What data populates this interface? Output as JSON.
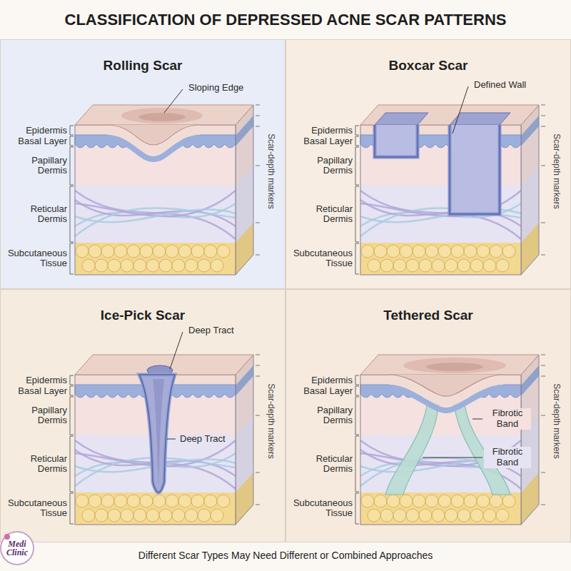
{
  "diagram": {
    "title": "CLASSIFICATION OF DEPRESSED ACNE SCAR PATTERNS",
    "caption": "Different Scar Types May Need Different or Combined Approaches",
    "nodes": [
      {
        "text": [
          "Rolling Scar"
        ]
      },
      {
        "text": [
          "Boxcar Scar"
        ]
      },
      {
        "text": [
          "Ice-Pick Scar"
        ]
      },
      {
        "text": [
          "Tethered Scar"
        ]
      }
    ],
    "labels": [
      "Sloping Edge",
      "Epidermis",
      "Basal Layer",
      "Papillary Dermis",
      "Reticular Dermis",
      "Subcutaneous Tissue",
      "Scar-depth markers",
      "Defined Wall",
      "Epidermis",
      "Basal Layer",
      "Papillary Dermis",
      "Reticular Dermis",
      "Subcutaneous Tissue",
      "Scar-depth markers",
      "Deep Tract",
      "Epidermis",
      "Basal Layer",
      "Papillary Dermis",
      "Reticular Dermis",
      "Subcutaneous Tissue",
      "Deep Tract",
      "Scar-depth markers",
      "Epidermis",
      "Basal Layer",
      "Papillary Dermis",
      "Reticular Dermis",
      "Subcutaneous Tissue",
      "Fibrotic Band",
      "Fibrotic Band",
      "Scar-depth markers",
      "Medi Clinic"
    ]
  }
}
